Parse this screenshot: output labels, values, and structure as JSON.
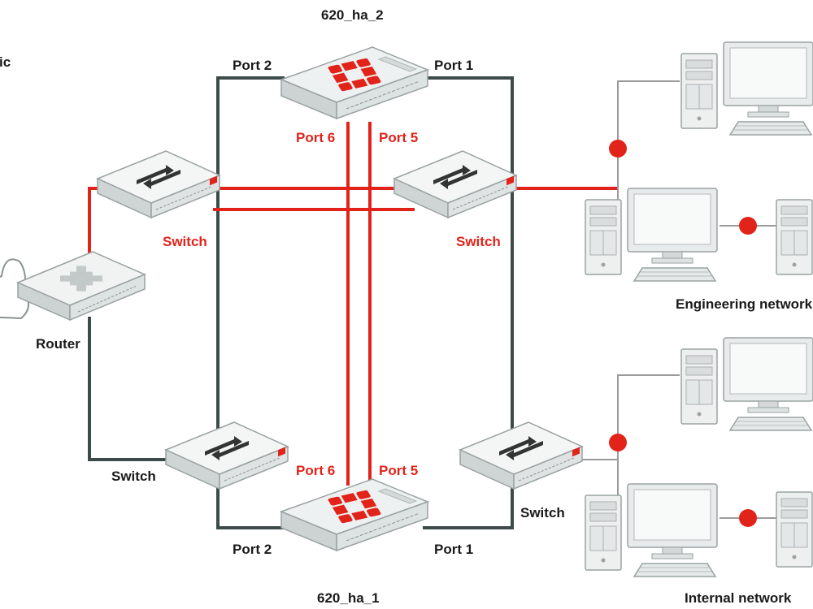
{
  "colors": {
    "gray_link": "#3d4a4a",
    "red_link": "#e2231a",
    "thin_link": "#9a9a9a",
    "device_fill": "#f1f3f3",
    "device_edge": "#9aa2a2",
    "fortinet_red": "#e2231a"
  },
  "labels": {
    "top_left_fragment": "ic",
    "fw_top_name": "620_ha_2",
    "fw_bottom_name": "620_ha_1",
    "top_port2": "Port 2",
    "top_port1": "Port 1",
    "top_port6": "Port 6",
    "top_port5": "Port 5",
    "bottom_port6": "Port 6",
    "bottom_port5": "Port 5",
    "bottom_port2": "Port 2",
    "bottom_port1": "Port 1",
    "switch_red_left": "Switch",
    "switch_red_right": "Switch",
    "switch_bottom_left": "Switch",
    "switch_bottom_right": "Switch",
    "router": "Router",
    "engineering_network": "Engineering network",
    "internal_network": "Internal network"
  },
  "icons": {
    "firewall": "fortigate-appliance-icon",
    "switch": "network-switch-icon",
    "router": "router-icon",
    "cloud": "internet-cloud-icon",
    "workstation": "desktop-workstation-icon",
    "server": "tower-server-icon",
    "junction": "network-junction-dot"
  }
}
